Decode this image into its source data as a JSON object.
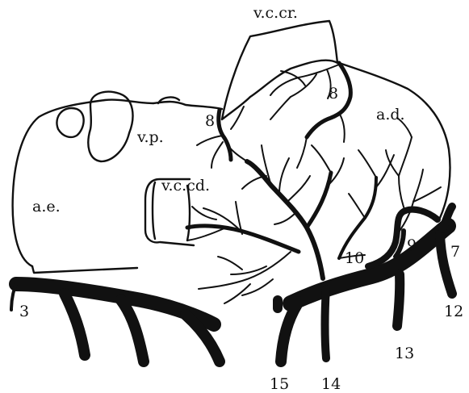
{
  "diagram": {
    "labels": {
      "vc_cr": "v.c.cr.",
      "vp": "v.p.",
      "ae": "a.e.",
      "ad": "a.d.",
      "vc_cd": "v.c.cd."
    },
    "numbers": {
      "n8_left": "8",
      "n8_right": "8",
      "n3": "3",
      "n7": "7",
      "n9": "9",
      "n10": "10",
      "n12": "12",
      "n13": "13",
      "n14": "14",
      "n15": "15"
    },
    "colors": {
      "ink": "#111111",
      "background": "#ffffff"
    }
  }
}
